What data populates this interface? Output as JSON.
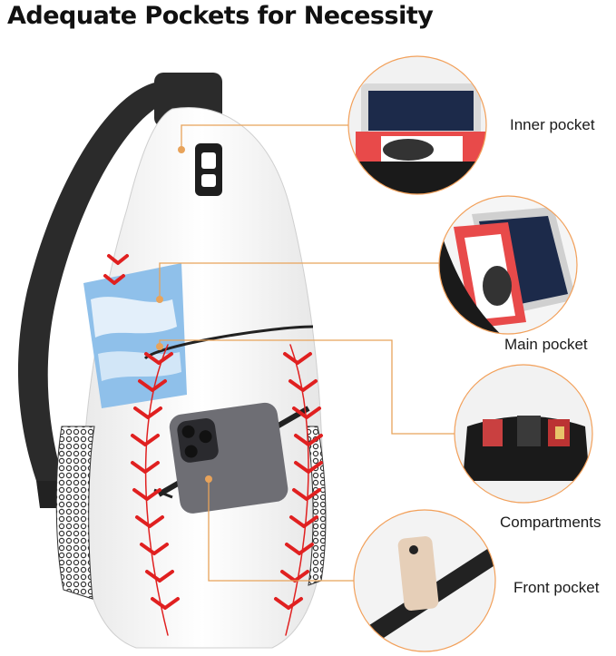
{
  "title": "Adequate Pockets for Necessity",
  "callouts": [
    {
      "label": "Inner pocket"
    },
    {
      "label": "Main pocket"
    },
    {
      "label": "Compartments"
    },
    {
      "label": "Front pocket"
    }
  ],
  "colors": {
    "callout_line": "#e8a35a",
    "stitch": "#e02020",
    "strap": "#2b2b2b"
  }
}
